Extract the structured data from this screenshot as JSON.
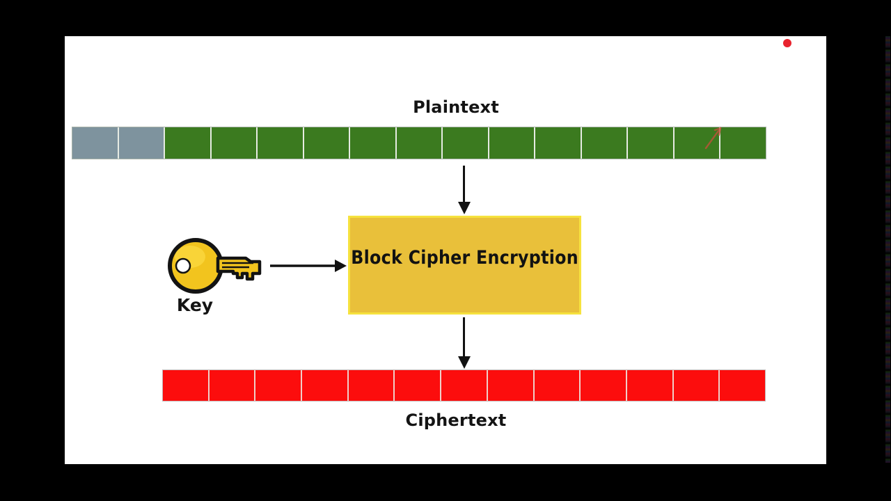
{
  "scene": {
    "frame_bg": "#000000",
    "slide_bg": "#ffffff"
  },
  "recording_dot": {
    "color": "#e8232e"
  },
  "labels": {
    "plaintext": "Plaintext",
    "ciphertext": "Ciphertext",
    "key": "Key"
  },
  "encryption_box": {
    "label": "Block Cipher Encryption",
    "fill": "#e9c03a",
    "border": "#f6e23e",
    "text_color": "#121212"
  },
  "plaintext_bar": {
    "outline": "#aab4aa",
    "divider": "#e6ebe3",
    "groups": [
      {
        "name": "empty-blocks",
        "color": "#7e939e",
        "count": 2
      },
      {
        "name": "plaintext-blocks",
        "color": "#3b7a1f",
        "count": 13
      }
    ]
  },
  "ciphertext_bar": {
    "outline": "#c4baba",
    "divider": "#f0cfc9",
    "groups": [
      {
        "name": "ciphertext-blocks",
        "color": "#fc0d0d",
        "count": 13
      }
    ]
  },
  "key_icon": {
    "body": "#f2c41e",
    "highlight": "#ffe14e",
    "outline": "#131313",
    "hole": "#ffffff"
  },
  "arrows": {
    "color": "#111111"
  },
  "annotation_mark": {
    "color": "#c0523a"
  }
}
